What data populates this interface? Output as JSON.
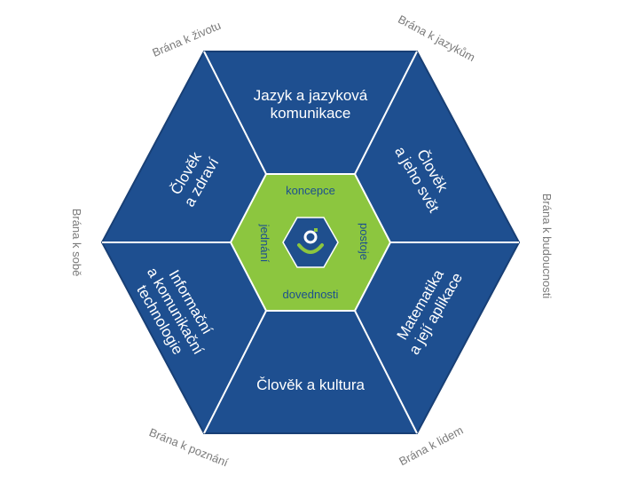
{
  "colors": {
    "hexagon_fill": "#1e4f90",
    "hexagon_edge": "#183f75",
    "divider": "#ffffff",
    "core_fill": "#8cc63f",
    "core_text": "#1d4f8f",
    "logo_hex": "#1f4f8e",
    "logo_accent": "#8cc63f",
    "gate_text": "#7b7b7b"
  },
  "areas": [
    {
      "lines": [
        "Jazyk a jazyková",
        "komunikace"
      ]
    },
    {
      "lines": [
        "Člověk",
        "a jeho svět"
      ]
    },
    {
      "lines": [
        "Matematika",
        "a její aplikace"
      ]
    },
    {
      "lines": [
        "Člověk a kultura"
      ]
    },
    {
      "lines": [
        "Informační",
        "a komunikační",
        "technologie"
      ]
    },
    {
      "lines": [
        "Člověk",
        "a zdraví"
      ]
    }
  ],
  "core": {
    "top": "koncepce",
    "right": "postoje",
    "bottom": "dovednosti",
    "left": "jednání",
    "logo_icon": "person-icon"
  },
  "gates": {
    "top_left": "Brána k životu",
    "top_right": "Brána k jazykům",
    "right": "Brána k budoucnosti",
    "bottom_right": "Brána k lidem",
    "bottom_left": "Brána k poznání",
    "left": "Brána k sobě"
  }
}
